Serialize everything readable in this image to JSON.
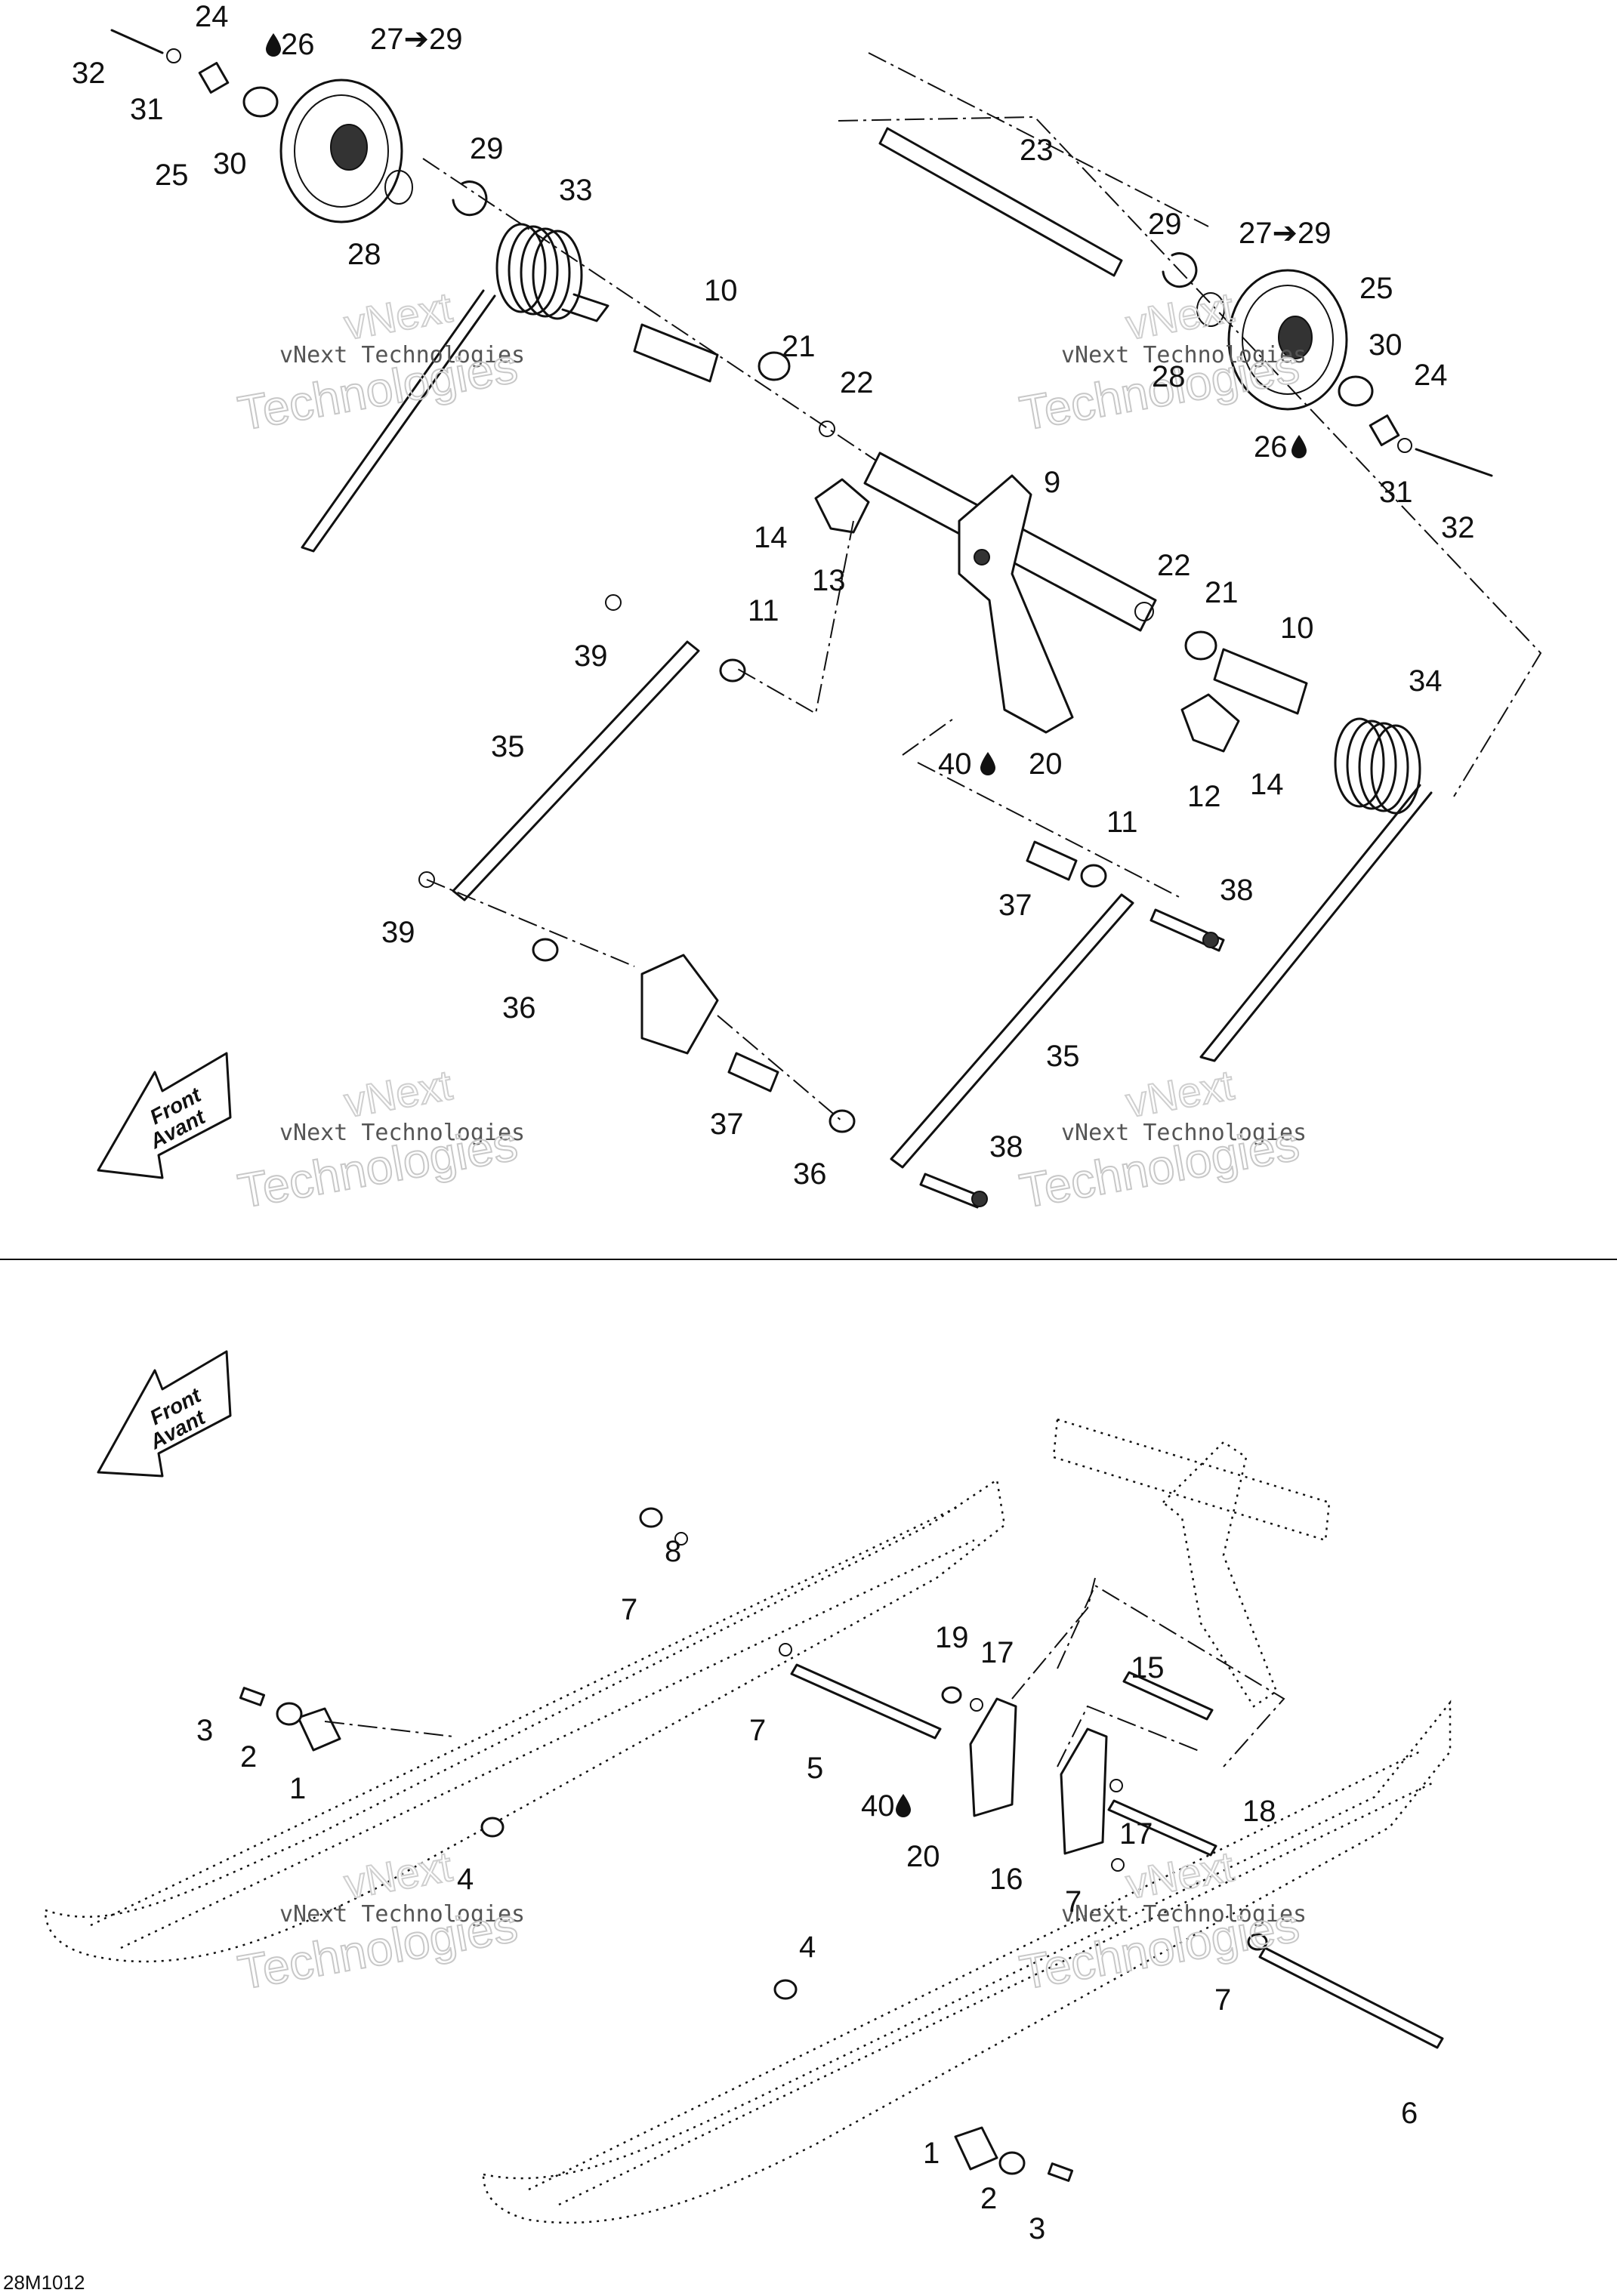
{
  "reference_code": "28M1012",
  "direction_label": {
    "line1": "Front",
    "line2": "Avant"
  },
  "watermark": {
    "line1": "vNext Technologies",
    "line2": "vNext",
    "line3": "Technologies"
  },
  "oil_icon": "oil-drop-icon",
  "colors": {
    "ink": "#111111",
    "background": "#ffffff"
  },
  "top_section": {
    "labels": [
      "32",
      "24",
      "26",
      "27➔29",
      "31",
      "30",
      "25",
      "29",
      "28",
      "33",
      "23",
      "10",
      "21",
      "22",
      "29",
      "27➔29",
      "25",
      "28",
      "30",
      "24",
      "26",
      "31",
      "32",
      "9",
      "14",
      "13",
      "22",
      "21",
      "10",
      "11",
      "39",
      "35",
      "40",
      "20",
      "34",
      "12",
      "14",
      "11",
      "37",
      "38",
      "39",
      "36",
      "35",
      "37",
      "36",
      "38"
    ]
  },
  "bottom_section": {
    "labels": [
      "8",
      "7",
      "3",
      "2",
      "1",
      "4",
      "19",
      "17",
      "7",
      "5",
      "15",
      "40",
      "20",
      "16",
      "17",
      "18",
      "7",
      "4",
      "7",
      "1",
      "2",
      "3",
      "6"
    ]
  }
}
